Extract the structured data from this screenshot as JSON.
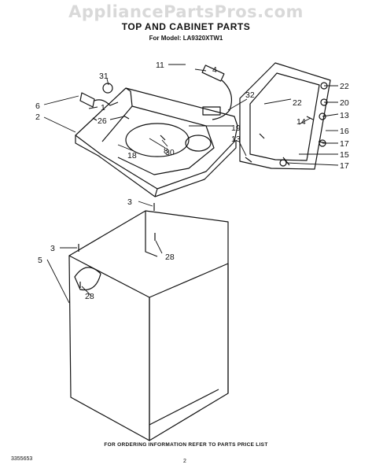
{
  "watermark": "AppliancePartsPros.com",
  "title": "TOP AND CABINET PARTS",
  "subtitle": "For Model: LA9320XTW1",
  "footer": "FOR ORDERING INFORMATION REFER TO PARTS PRICE LIST",
  "document_number": "3355653",
  "page_number": "2",
  "callouts": [
    "11",
    "4",
    "31",
    "1",
    "6",
    "2",
    "26",
    "30",
    "8",
    "18",
    "32",
    "19",
    "13",
    "22",
    "14",
    "22",
    "20",
    "13",
    "16",
    "17",
    "15",
    "17",
    "3",
    "28",
    "3",
    "5",
    "28"
  ]
}
